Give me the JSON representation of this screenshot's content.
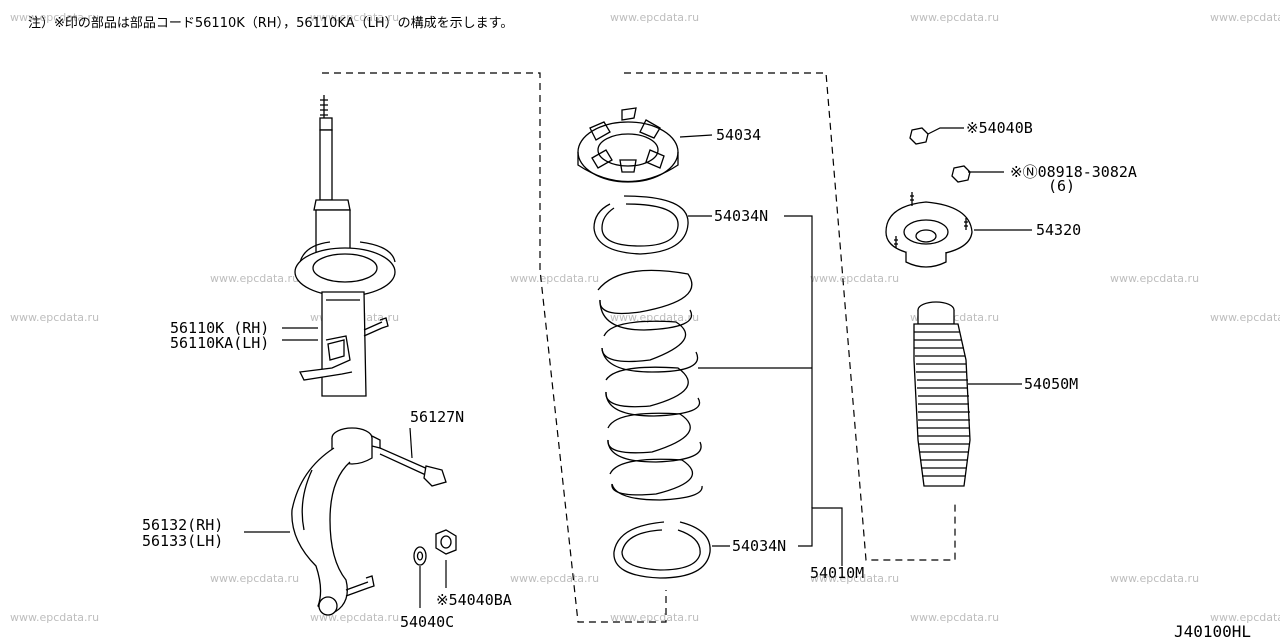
{
  "note": "注）※印の部品は部品コード56110K（RH），56110KA（LH）の構成を示します。",
  "diagram_code": "J40100HL",
  "watermark": "www.epcdata.ru",
  "labels": {
    "p54034": "54034",
    "p54034n_top": "54034N",
    "p54034n_bot": "54034N",
    "p54040b": "※54040B",
    "p08918": "※Ⓝ08918-3082A",
    "p08918_qty": "(6)",
    "p54320": "54320",
    "p54050m": "54050M",
    "p54010m": "54010M",
    "p56110k": "56110K (RH)",
    "p56110ka": "56110KA(LH)",
    "p56127n": "56127N",
    "p56132": "56132(RH)",
    "p56133": "56133(LH)",
    "p54040ba": "※54040BA",
    "p54040c": "54040C"
  }
}
